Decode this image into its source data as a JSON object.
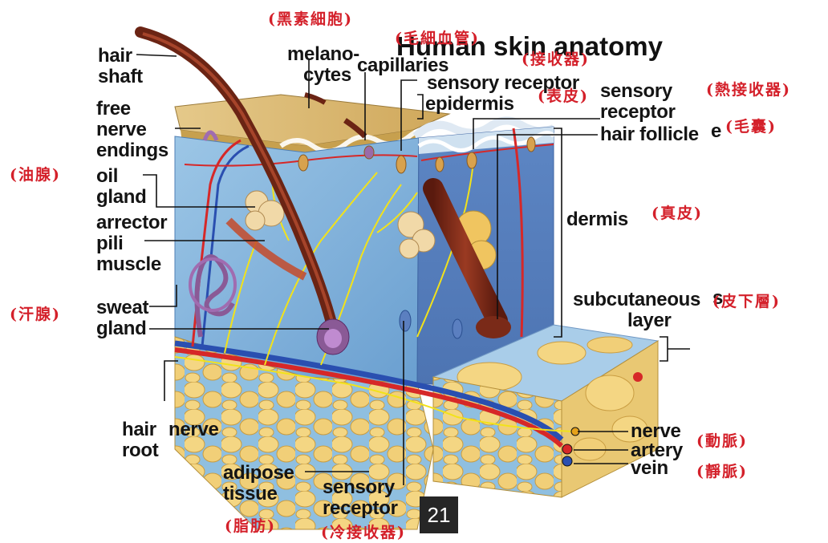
{
  "title": "Human skin anatomy",
  "page_number": "21",
  "labels": {
    "hair_shaft": [
      "hair",
      "shaft"
    ],
    "free_nerve_endings": [
      "free",
      "nerve",
      "endings"
    ],
    "oil_gland": [
      "oil",
      "gland"
    ],
    "arrector_pili_muscle": [
      "arrector",
      "pili",
      "muscle"
    ],
    "sweat_gland": [
      "sweat",
      "gland"
    ],
    "hair_root": [
      "hair",
      "root"
    ],
    "nerve_left": "nerve",
    "adipose_tissue": [
      "adipose",
      "tissue"
    ],
    "sensory_receptor_bottom": [
      "sensory",
      "receptor"
    ],
    "melanocytes": [
      "melano-",
      "cytes"
    ],
    "capillaries": "capillaries",
    "sensory_receptor_top": "sensory receptor",
    "epidermis": "epidermis",
    "sensory_receptor_right": [
      "sensory",
      "receptor"
    ],
    "hair_follicle": "hair follicle",
    "hair_follicle_tail": "e",
    "dermis": "dermis",
    "subcutaneous_layer": [
      "subcutaneous",
      "layer"
    ],
    "subcutaneous_tail": "s",
    "nerve_right": "nerve",
    "artery": "artery",
    "vein": "vein"
  },
  "chinese": {
    "melanocytes": "(黑素細胞)",
    "capillaries": "(毛細血管)",
    "touch_receptor": "(接收器)",
    "epidermis": "(表皮)",
    "heat_receptor": "(熱接收器)",
    "hair_follicle": "(毛囊)",
    "oil_gland": "(油腺)",
    "dermis": "(真皮)",
    "subcutaneous": "(皮下層)",
    "sweat_gland": "(汗腺)",
    "artery": "(動脈)",
    "vein": "(靜脈)",
    "adipose": "(脂肪)",
    "cold_receptor": "(冷接收器)"
  },
  "colors": {
    "label_text": "#141414",
    "chinese_text": "#d4202a",
    "epidermis_top": "#d9b86c",
    "dermis_face": "#7fb5dc",
    "dermis_side": "#5f8fc7",
    "fat": "#f0d07a",
    "hair": "#7a2a18",
    "artery": "#d62828",
    "vein": "#2a4fb0",
    "nerve": "#f2e21a"
  }
}
